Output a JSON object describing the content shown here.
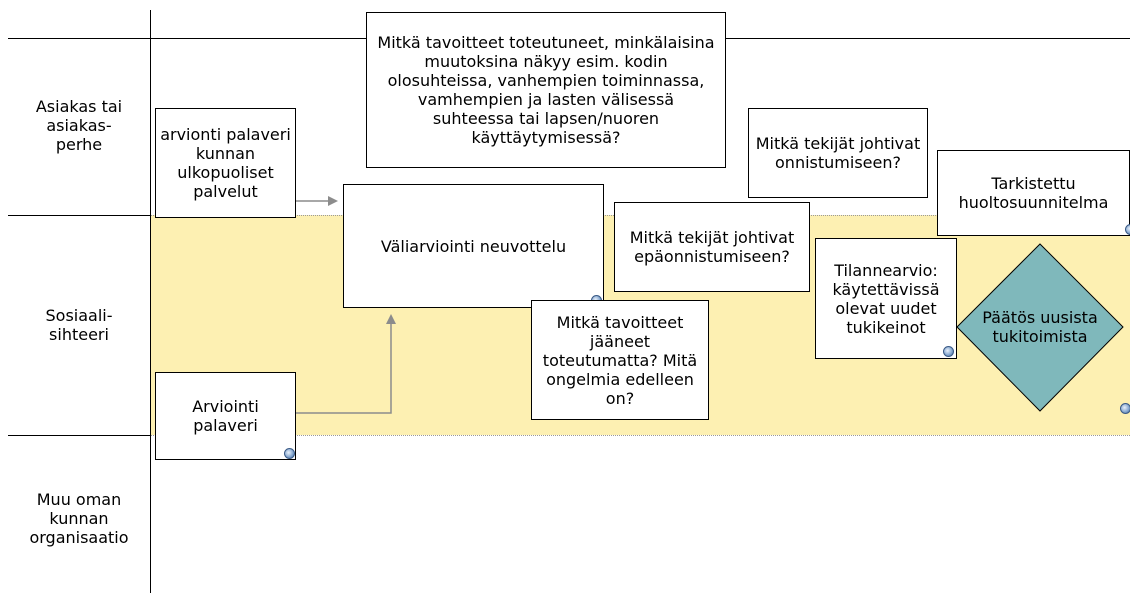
{
  "lanes": {
    "customer": "Asiakas tai\nasiakas-\nperhe",
    "social_worker": "Sosiaali-\nsihteeri",
    "other_org": "Muu oman\nkunnan\norganisaatio"
  },
  "boxes": {
    "goals_achieved_question": "Mitkä tavoitteet toteutuneet, minkälaisina muutoksina näkyy esim. kodin olosuhteissa, vanhempien toiminnassa, vamhempien ja lasten välisessä suhteessa tai lapsen/nuoren käyttäytymisessä?",
    "evaluation_meeting_external": "arvionti palaveri kunnan ulkopuoliset palvelut",
    "interim_evaluation": "Väliarviointi neuvottelu",
    "success_factors_question": "Mitkä tekijät johtivat onnistumiseen?",
    "failure_factors_question": "Mitkä tekijät johtivat epäonnistumiseen?",
    "goals_unmet_question": "Mitkä tavoitteet jääneet toteutumatta? Mitä ongelmia edelleen on?",
    "revised_plan": "Tarkistettu huoltosuunnitelma",
    "situation_assessment": "Tilannearvio: käytettävissä olevat uudet tukikeinot",
    "evaluation_meeting": "Arviointi palaveri"
  },
  "decision": {
    "label": "Päätös uusista tukitoimista",
    "fill_color": "#7fb8bb"
  },
  "colors": {
    "lane_highlight": "#fdf0b2",
    "connector": "#8c8c8c"
  }
}
